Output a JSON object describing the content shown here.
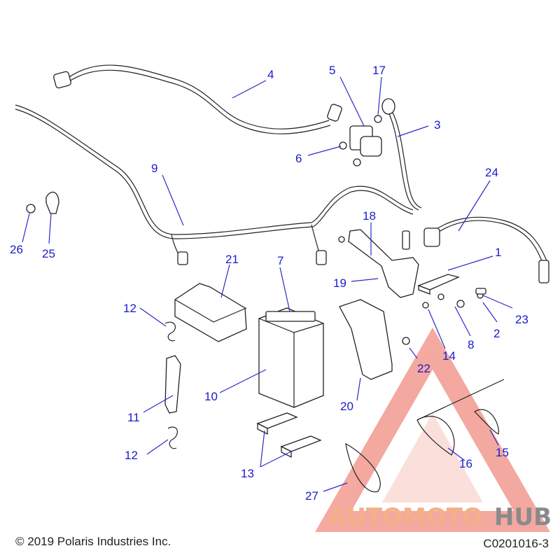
{
  "diagram": {
    "callouts": [
      {
        "id": "c1",
        "label": "1"
      },
      {
        "id": "c2",
        "label": "2"
      },
      {
        "id": "c3",
        "label": "3"
      },
      {
        "id": "c4",
        "label": "4"
      },
      {
        "id": "c5",
        "label": "5"
      },
      {
        "id": "c6",
        "label": "6"
      },
      {
        "id": "c7",
        "label": "7"
      },
      {
        "id": "c8",
        "label": "8"
      },
      {
        "id": "c9",
        "label": "9"
      },
      {
        "id": "c10",
        "label": "10"
      },
      {
        "id": "c11",
        "label": "11"
      },
      {
        "id": "c12a",
        "label": "12"
      },
      {
        "id": "c12b",
        "label": "12"
      },
      {
        "id": "c13",
        "label": "13"
      },
      {
        "id": "c14",
        "label": "14"
      },
      {
        "id": "c15",
        "label": "15"
      },
      {
        "id": "c16",
        "label": "16"
      },
      {
        "id": "c17",
        "label": "17"
      },
      {
        "id": "c18",
        "label": "18"
      },
      {
        "id": "c19",
        "label": "19"
      },
      {
        "id": "c20",
        "label": "20"
      },
      {
        "id": "c21",
        "label": "21"
      },
      {
        "id": "c22",
        "label": "22"
      },
      {
        "id": "c23",
        "label": "23"
      },
      {
        "id": "c24",
        "label": "24"
      },
      {
        "id": "c25",
        "label": "25"
      },
      {
        "id": "c26",
        "label": "26"
      },
      {
        "id": "c27",
        "label": "27"
      }
    ]
  },
  "footer": {
    "copyright": "© 2019 Polaris Industries Inc.",
    "figure_code": "C0201016-3"
  },
  "watermark": {
    "part1": "AUTOMOTO",
    "part2": "HUB",
    "color_primary": "#f2a7a0",
    "color_secondary": "#f5c28a",
    "color_dark": "#888888"
  },
  "colors": {
    "callout": "#1a1acc",
    "line": "#222222"
  }
}
